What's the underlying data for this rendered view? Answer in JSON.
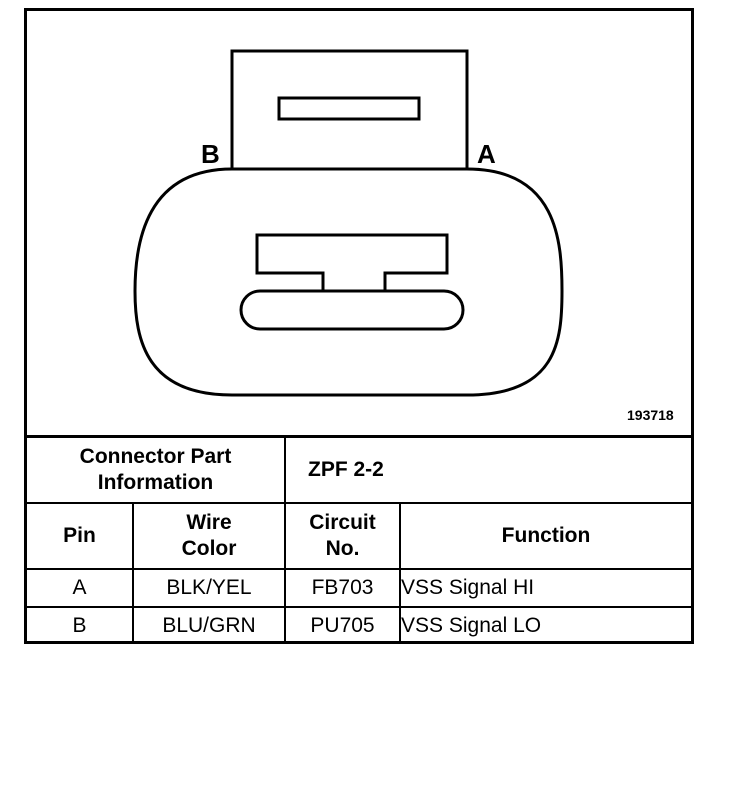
{
  "diagram": {
    "pin_b_label": "B",
    "pin_a_label": "A",
    "figure_number": "193718"
  },
  "table": {
    "connector_part_info_label_line1": "Connector Part",
    "connector_part_info_label_line2": "Information",
    "connector_part_info_value": "ZPF 2-2",
    "headers": {
      "pin": "Pin",
      "wire_color_line1": "Wire",
      "wire_color_line2": "Color",
      "circuit_line1": "Circuit",
      "circuit_line2": "No.",
      "function": "Function"
    },
    "rows": [
      {
        "pin": "A",
        "wire_color": "BLK/YEL",
        "circuit": "FB703",
        "function": "VSS Signal HI"
      },
      {
        "pin": "B",
        "wire_color": "BLU/GRN",
        "circuit": "PU705",
        "function": "VSS Signal LO"
      }
    ]
  }
}
